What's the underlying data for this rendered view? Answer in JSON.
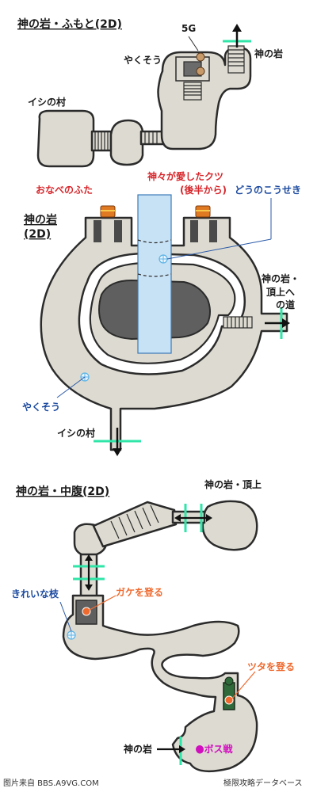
{
  "section1": {
    "title": "神の岩・ふもと(2D)",
    "label_5g": "5G",
    "label_yakusou": "やくそう",
    "label_kaminoiwa": "神の岩",
    "label_ishinomura": "イシの村"
  },
  "section2": {
    "title_line1": "神の岩",
    "title_line2": "(2D)",
    "label_onabenofuta": "おなべのふた",
    "label_kutsu_line1": "神々が愛したクツ",
    "label_kutsu_line2": "(後半から)",
    "label_dounokousek": "どうのこうせき",
    "label_exit_line1": "神の岩・",
    "label_exit_line2": "頂上へ",
    "label_exit_line3": "の道",
    "label_yakusou": "やくそう",
    "label_ishinomura": "イシの村"
  },
  "section3": {
    "title": "神の岩・中腹(2D)",
    "label_choujou": "神の岩・頂上",
    "label_kireinaeda": "きれいな枝",
    "label_gake": "ガケを登る",
    "label_tsuta": "ツタを登る",
    "label_kaminoiwa": "神の岩",
    "label_boss": "●ボス戦"
  },
  "footer": {
    "source": "图片来自 BBS.A9VG.COM",
    "credit": "極限攻略データベース"
  },
  "colors": {
    "ground": "#dddbd1",
    "rock": "#5f5f5f",
    "waterfall": "#c8e2f5",
    "gate": "#2fe6a8",
    "item_red": "#d7262b",
    "item_blue": "#1b4aa0",
    "action_orange": "#ef6a2f",
    "boss_magenta": "#d10fbf"
  },
  "icons": [
    "treasure-chest-icon",
    "sparkle-icon",
    "bag-icon",
    "arrow-icon",
    "exit-gate-icon",
    "boss-marker-icon"
  ]
}
